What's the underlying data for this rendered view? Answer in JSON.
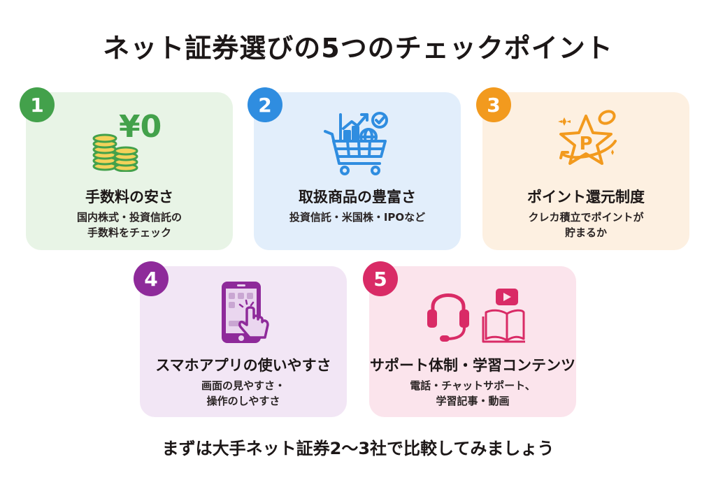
{
  "title": "ネット証券選びの5つのチェックポイント",
  "colors": {
    "green": "#43a14b",
    "blue": "#2f8de0",
    "orange": "#f29a1e",
    "purple": "#8e2a9a",
    "pink": "#d92b66"
  },
  "cards": [
    {
      "number": "1",
      "icon": "yen-coins-icon",
      "icon_text": "¥0",
      "title": "手数料の安さ",
      "desc": [
        "国内株式・投資信託の",
        "手数料をチェック"
      ],
      "bg": "#e8f4e6",
      "accent": "#43a14b"
    },
    {
      "number": "2",
      "icon": "shopping-cart-chart-icon",
      "title": "取扱商品の豊富さ",
      "desc": [
        "投資信託・米国株・IPOなど"
      ],
      "bg": "#e2eefb",
      "accent": "#2f8de0"
    },
    {
      "number": "3",
      "icon": "point-star-icon",
      "icon_text": "P",
      "title": "ポイント還元制度",
      "desc": [
        "クレカ積立でポイントが",
        "貯まるか"
      ],
      "bg": "#fdf0e1",
      "accent": "#f29a1e"
    },
    {
      "number": "4",
      "icon": "smartphone-tap-icon",
      "title": "スマホアプリの使いやすさ",
      "desc": [
        "画面の見やすさ・",
        "操作のしやすさ"
      ],
      "bg": "#f2e6f5",
      "accent": "#8e2a9a"
    },
    {
      "number": "5",
      "icon": "headset-video-book-icon",
      "title": "サポート体制・学習コンテンツ",
      "desc": [
        "電話・チャットサポート、",
        "学習記事・動画"
      ],
      "bg": "#fbe4ec",
      "accent": "#d92b66"
    }
  ],
  "footer": "まずは大手ネット証券2〜3社で比較してみましょう"
}
